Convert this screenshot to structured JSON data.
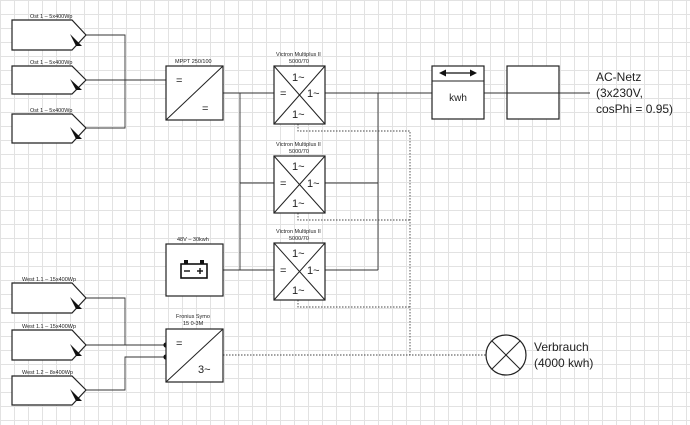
{
  "pv_strings": [
    {
      "label": "Ost 1 – 5x400Wp"
    },
    {
      "label": "Ost 1 – 5x400Wp"
    },
    {
      "label": "Ost 1 – 5x400Wp"
    },
    {
      "label": "West 1.1 – 15x400Wp"
    },
    {
      "label": "West 1.1 – 15x400Wp"
    },
    {
      "label": "West 1.2 – 8x400Wp"
    }
  ],
  "mppt": {
    "title": "MPPT 250/100",
    "sym_in": "=",
    "sym_out": "="
  },
  "battery": {
    "title": "48V – 30kwh"
  },
  "fronius": {
    "title_1": "Fronius Symo",
    "title_2": "15 0-3M",
    "sym_in": "=",
    "sym_out": "3~"
  },
  "multiplus": [
    {
      "title_1": "Victron Multiplus II",
      "title_2": "5000/70",
      "sym_top": "1~",
      "sym_left": "=",
      "sym_right": "1~",
      "sym_bottom": "1~"
    },
    {
      "title_1": "Victron Multiplus II",
      "title_2": "5000/70",
      "sym_top": "1~",
      "sym_left": "=",
      "sym_right": "1~",
      "sym_bottom": "1~"
    },
    {
      "title_1": "Victron Multiplus II",
      "title_2": "5000/70",
      "sym_top": "1~",
      "sym_left": "=",
      "sym_right": "1~",
      "sym_bottom": "1~"
    }
  ],
  "meter": {
    "label": "kwh"
  },
  "grid": {
    "line_1": "AC-Netz",
    "line_2": "(3x230V,",
    "line_3": "cosPhi = 0.95)"
  },
  "consumer": {
    "line_1": "Verbrauch",
    "line_2": "(4000 kwh)"
  }
}
